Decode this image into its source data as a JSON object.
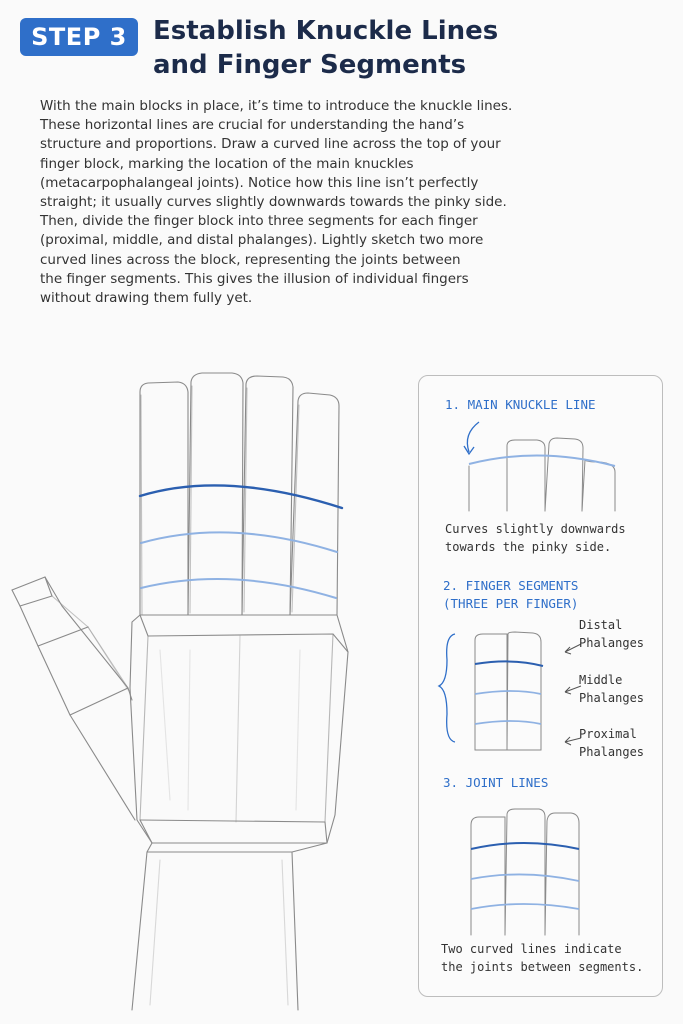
{
  "header": {
    "step_badge": "STEP 3",
    "title_line1": "Establish Knuckle Lines",
    "title_line2": "and Finger Segments"
  },
  "intro": {
    "lines": [
      "With the main blocks in place, it’s time to introduce the knuckle lines.",
      "These horizontal lines are crucial for understanding the hand’s",
      "structure and proportions. Draw a curved line across the top of your",
      "finger block, marking the location of the main knuckles",
      "(metacarpophalangeal joints). Notice how this line isn’t perfectly",
      "straight; it usually curves slightly downwards towards the pinky side.",
      "Then, divide the finger block into three segments for each finger",
      "(proximal, middle, and distal phalanges). Lightly sketch two more",
      "curved lines across the block, representing the joints between",
      "the finger segments. This gives the illusion of individual fingers",
      "without drawing them fully yet."
    ]
  },
  "panel": {
    "section1": {
      "heading": "1. MAIN KNUCKLE LINE",
      "note_line1": "Curves slightly downwards",
      "note_line2": "towards the pinky side."
    },
    "section2": {
      "heading_line1": "2. FINGER SEGMENTS",
      "heading_line2": "(THREE PER FINGER)",
      "labels": [
        {
          "line1": "Distal",
          "line2": "Phalanges"
        },
        {
          "line1": "Middle",
          "line2": "Phalanges"
        },
        {
          "line1": "Proximal",
          "line2": "Phalanges"
        }
      ]
    },
    "section3": {
      "heading": "3. JOINT LINES",
      "note_line1": "Two curved lines indicate",
      "note_line2": "the joints between segments."
    }
  },
  "colors": {
    "accent_blue": "#2f6fc9",
    "knuckle_line": "#2b5fb0",
    "joint_line": "#8fb2e3",
    "pencil": "#8a8a8a"
  }
}
